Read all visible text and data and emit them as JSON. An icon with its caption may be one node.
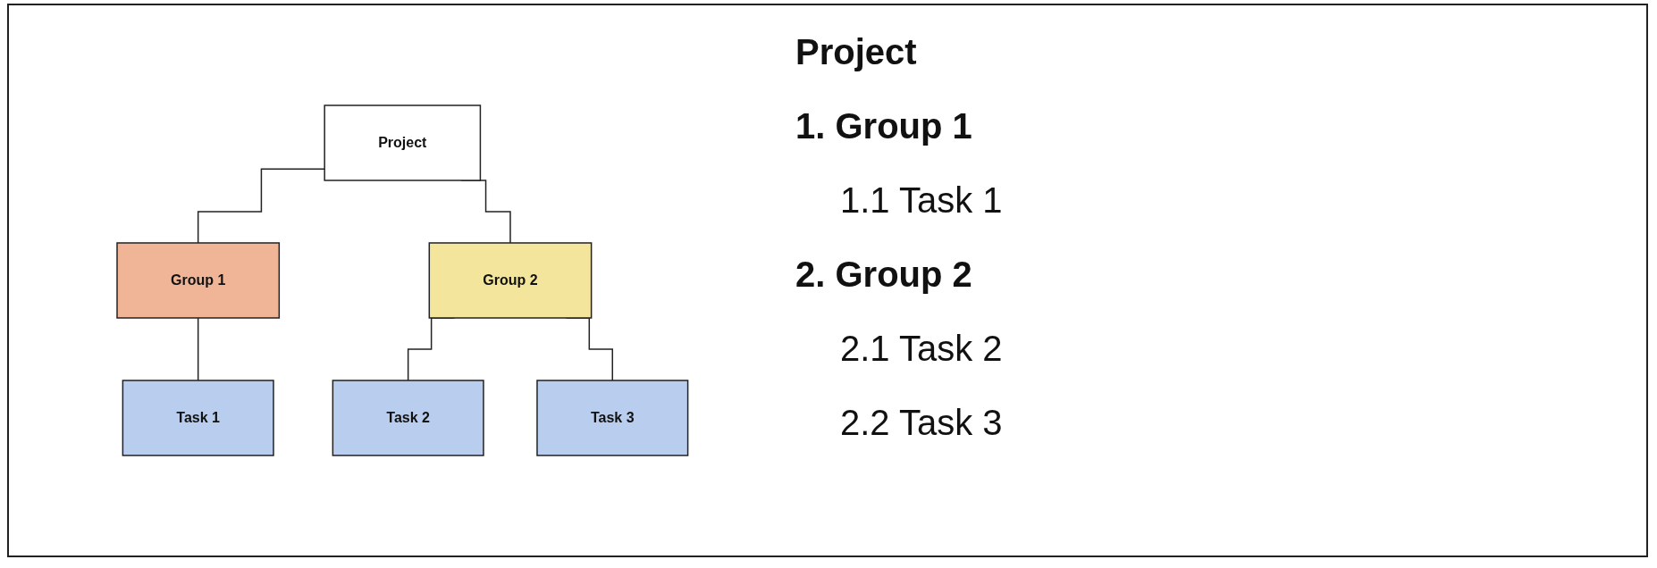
{
  "diagram": {
    "nodes": [
      {
        "text": [
          "Project"
        ]
      },
      {
        "text": [
          "Group 1"
        ]
      },
      {
        "text": [
          "Group 2"
        ]
      },
      {
        "text": [
          "Task 1"
        ]
      },
      {
        "text": [
          "Task 2"
        ]
      },
      {
        "text": [
          "Task 3"
        ]
      }
    ],
    "edges": [
      {
        "from": 0,
        "to": 1,
        "arrow": "none"
      },
      {
        "from": 0,
        "to": 2,
        "arrow": "none"
      },
      {
        "from": 1,
        "to": 3,
        "arrow": "none"
      },
      {
        "from": 2,
        "to": 4,
        "arrow": "none"
      },
      {
        "from": 2,
        "to": 5,
        "arrow": "none"
      }
    ],
    "labels": [
      "Project",
      "1. Group 1",
      "1.1 Task 1",
      "2. Group 2",
      "2.1 Task 2",
      "2.2 Task 3"
    ]
  }
}
